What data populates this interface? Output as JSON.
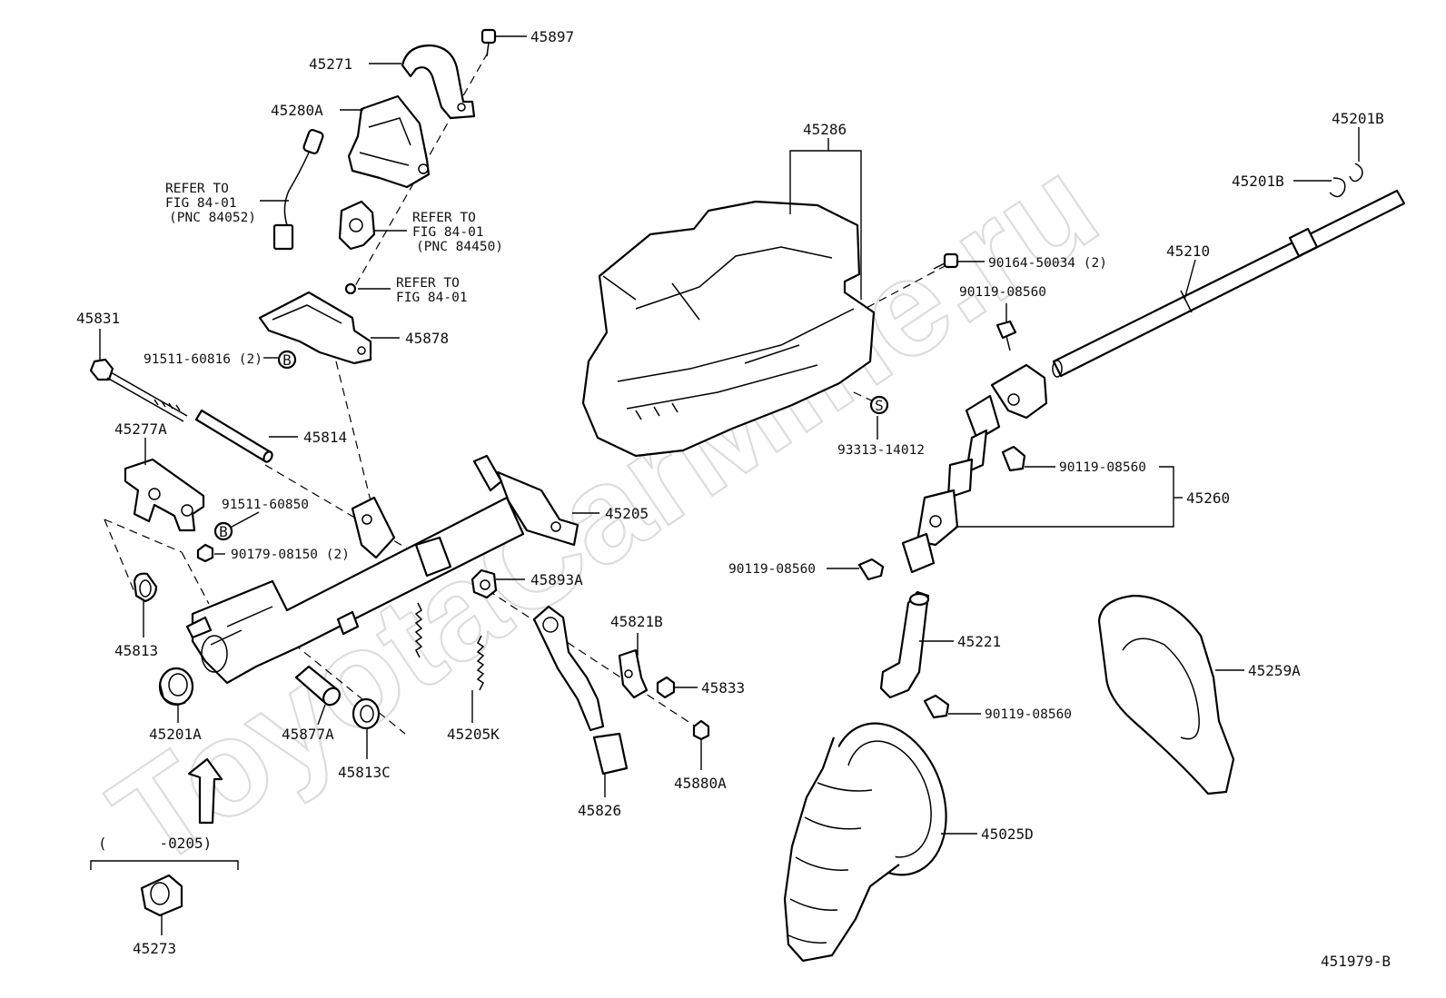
{
  "watermark": "ToyotaCarMine.ru",
  "diagram_id": "451979-B",
  "labels": {
    "p45897": "45897",
    "p45271": "45271",
    "p45280A": "45280A",
    "refer_pnc84052": [
      "REFER TO",
      "FIG 84-01",
      "(PNC 84052)"
    ],
    "refer_pnc84450": [
      "REFER TO",
      "FIG 84-01",
      "(PNC 84450)"
    ],
    "refer_fig": [
      "REFER TO",
      "FIG 84-01"
    ],
    "p45831": "45831",
    "p45878": "45878",
    "p91511_60816": "91511-60816 (2)",
    "p45814": "45814",
    "p45277A": "45277A",
    "p91511_60850": "91511-60850",
    "p90179_08150": "90179-08150 (2)",
    "p45205": "45205",
    "p45893A": "45893A",
    "p45813": "45813",
    "p45821B": "45821B",
    "p45833": "45833",
    "p45201A": "45201A",
    "p45877A": "45877A",
    "p45205K": "45205K",
    "p45813C": "45813C",
    "p45880A": "45880A",
    "p45826": "45826",
    "date_range": "(      -0205)",
    "p45273": "45273",
    "p45286": "45286",
    "p93313_14012": "93313-14012",
    "p90164_50034": "90164-50034 (2)",
    "p90119_08560_top": "90119-08560",
    "p45210": "45210",
    "p45201B_top": "45201B",
    "p45201B": "45201B",
    "p90119_08560_mid": "90119-08560",
    "p45260": "45260",
    "p90119_08560_left": "90119-08560",
    "p45221": "45221",
    "p45259A": "45259A",
    "p90119_08560_low": "90119-08560",
    "p45025D": "45025D",
    "marker_b": "B",
    "marker_s": "S"
  }
}
